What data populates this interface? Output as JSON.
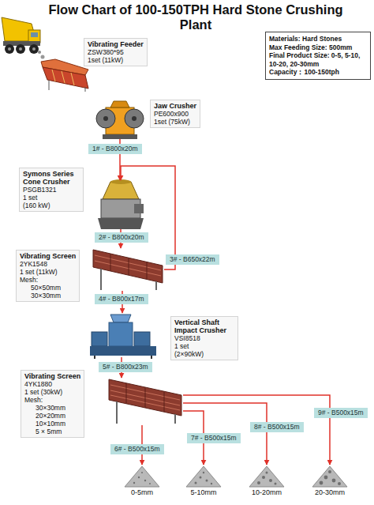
{
  "diagram": {
    "title": "Flow Chart of 100-150TPH Hard Stone Crushing Plant",
    "nodes": [
      {
        "text": [
          "Materials: Hard Stones",
          "Max Feeding Size: 500mm",
          "Final Product Size: 0-5, 5-10, 10-20, 20-30mm",
          "Capacity：100-150tph"
        ]
      },
      {
        "text": [
          "Vibrating Feeder",
          "ZSW380*95",
          "1set (11kW)"
        ]
      },
      {
        "text": [
          "Jaw Crusher",
          "PE600x900",
          "1set (75kW)"
        ]
      },
      {
        "text": [
          "Symons Series Cone Crusher",
          "PSGB1321",
          "1 set",
          "(160 kW)"
        ]
      },
      {
        "text": [
          "Vibrating Screen",
          "2YK1548",
          "1 set (11kW)",
          "Mesh:",
          "50×50mm",
          "30×30mm"
        ]
      },
      {
        "text": [
          "Vertical Shaft Impact Crusher",
          "VSI8518",
          "1 set",
          "(2×90kW)"
        ]
      },
      {
        "text": [
          "Vibrating Screen",
          "4YK1880",
          "1 set (30kW)",
          "Mesh:",
          "30×30mm",
          "20×20mm",
          "10×10mm",
          "5 × 5mm"
        ]
      },
      {
        "text": [
          "0-5mm"
        ]
      },
      {
        "text": [
          "5-10mm"
        ]
      },
      {
        "text": [
          "10-20mm"
        ]
      },
      {
        "text": [
          "20-30mm"
        ]
      }
    ],
    "edges": [
      {
        "from": 2,
        "to": 3,
        "arrow": "to",
        "label": "1# - B800x20m"
      },
      {
        "from": 3,
        "to": 4,
        "arrow": "to",
        "label": "2# - B800x20m"
      },
      {
        "from": 4,
        "to": 3,
        "arrow": "to",
        "label": "3# - B650x22m"
      },
      {
        "from": 4,
        "to": 5,
        "arrow": "to",
        "label": "4# - B800x17m"
      },
      {
        "from": 5,
        "to": 6,
        "arrow": "to",
        "label": "5# - B800x23m"
      },
      {
        "from": 6,
        "to": 7,
        "arrow": "to",
        "label": "6# - B500x15m"
      },
      {
        "from": 6,
        "to": 8,
        "arrow": "to",
        "label": "7# - B500x15m"
      },
      {
        "from": 6,
        "to": 9,
        "arrow": "to",
        "label": "8# - B500x15m"
      },
      {
        "from": 6,
        "to": 10,
        "arrow": "to",
        "label": "9# - B500x15m"
      }
    ]
  }
}
